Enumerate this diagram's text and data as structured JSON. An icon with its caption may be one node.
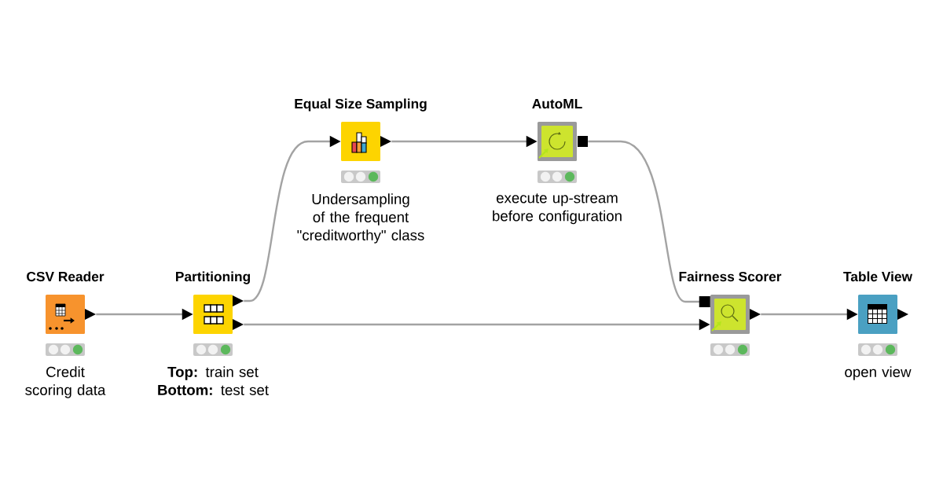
{
  "diagram": {
    "nodes": [
      {
        "text": [
          "CSV Reader"
        ],
        "beside": [
          "Credit scoring data"
        ]
      },
      {
        "text": [
          "Partitioning"
        ],
        "beside": [
          "**Top:** train set **Bottom:** test set"
        ]
      },
      {
        "text": [
          "Equal Size Sampling"
        ],
        "beside": [
          "Undersampling of the frequent \"creditworthy\" class"
        ]
      },
      {
        "text": [
          "AutoML"
        ],
        "beside": [
          "execute up-stream before configuration"
        ]
      },
      {
        "text": [
          "Fairness Scorer"
        ]
      },
      {
        "text": [
          "Table View"
        ],
        "beside": [
          "open view"
        ]
      }
    ],
    "edges": [
      {
        "from": 0,
        "to": 1,
        "arrow": "to"
      },
      {
        "from": 1,
        "to": 2,
        "arrow": "to"
      },
      {
        "from": 1,
        "to": 4,
        "arrow": "to"
      },
      {
        "from": 2,
        "to": 3,
        "arrow": "to"
      },
      {
        "from": 3,
        "to": 4,
        "arrow": "other"
      },
      {
        "from": 4,
        "to": 5,
        "arrow": "to"
      }
    ]
  }
}
